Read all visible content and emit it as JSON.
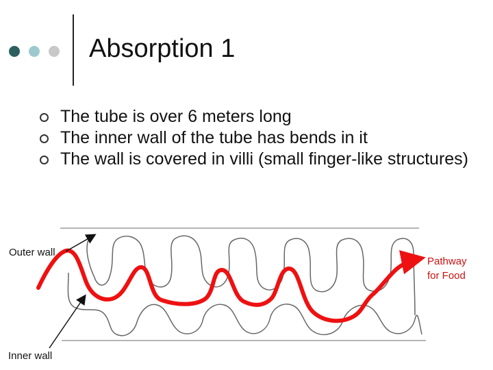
{
  "title": "Absorption 1",
  "bullets": [
    "The tube is over 6 meters long",
    "The inner wall of the tube has bends in it",
    "The wall is covered in villi (small finger-like structures)"
  ],
  "labels": {
    "outer_wall": "Outer wall",
    "inner_wall": "Inner wall",
    "pathway_line1": "Pathway",
    "pathway_line2": "for Food"
  },
  "colors": {
    "dot1": "#2e5f5f",
    "dot2": "#9ec8cf",
    "dot3": "#c8c8c8",
    "pathway": "#ee1111",
    "pathway_text": "#cc1111"
  },
  "icons": {
    "bullet": "hollow-circle-bullet-icon",
    "arrow": "arrow-icon"
  }
}
